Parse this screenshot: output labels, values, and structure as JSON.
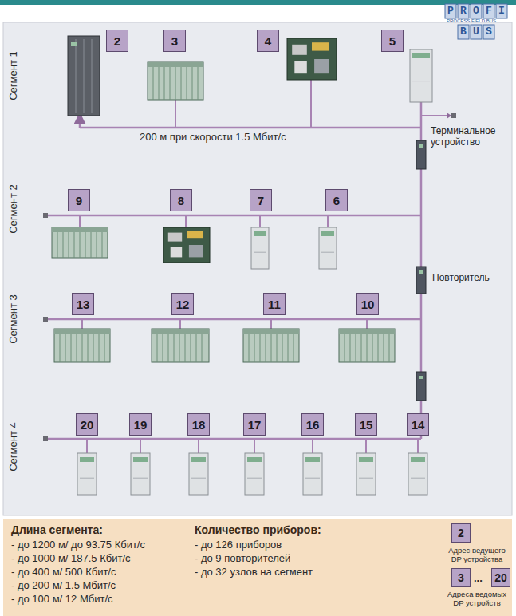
{
  "diagram": {
    "nodes": [
      {
        "text": [
          "2"
        ]
      },
      {
        "text": [
          "3"
        ]
      },
      {
        "text": [
          "4"
        ]
      },
      {
        "text": [
          "5"
        ]
      },
      {
        "text": [
          "9"
        ]
      },
      {
        "text": [
          "8"
        ]
      },
      {
        "text": [
          "7"
        ]
      },
      {
        "text": [
          "6"
        ]
      },
      {
        "text": [
          "13"
        ]
      },
      {
        "text": [
          "12"
        ]
      },
      {
        "text": [
          "11"
        ]
      },
      {
        "text": [
          "10"
        ]
      },
      {
        "text": [
          "20"
        ]
      },
      {
        "text": [
          "19"
        ]
      },
      {
        "text": [
          "18"
        ]
      },
      {
        "text": [
          "17"
        ]
      },
      {
        "text": [
          "16"
        ]
      },
      {
        "text": [
          "15"
        ]
      },
      {
        "text": [
          "14"
        ]
      },
      {
        "text": [
          "Длина сегмента:",
          "- до 1200 м/ до 93.75 Кбит/с",
          "- до 1000 м/ 187.5 Кбит/с",
          "- до 400 м/ 500 Кбит/с",
          "- до 200 м/ 1.5 Мбит/с",
          "- до 100 м/ 12 Мбит/с",
          "Количество приборов:",
          "- до 126 приборов",
          "- до 9 повторителей",
          "- до 32 узлов на сегмент"
        ]
      },
      {
        "text": [
          "2",
          "Адрес ведущего DP устройства"
        ],
        "in": 19
      },
      {
        "text": [
          "3"
        ],
        "in": 19
      },
      {
        "text": [
          "20"
        ],
        "in": 19
      }
    ],
    "labels": [
      "PROFI",
      "PROCESS FIELD BUS",
      "BUS",
      "Сегмент 1",
      "200 м при скорости 1.5 Мбит/с",
      "Терминальное устройство",
      "Сегмент 2",
      "Повторитель",
      "Сегмент 3",
      "Сегмент 4",
      "...",
      "Адреса ведомых DP устройств"
    ]
  }
}
